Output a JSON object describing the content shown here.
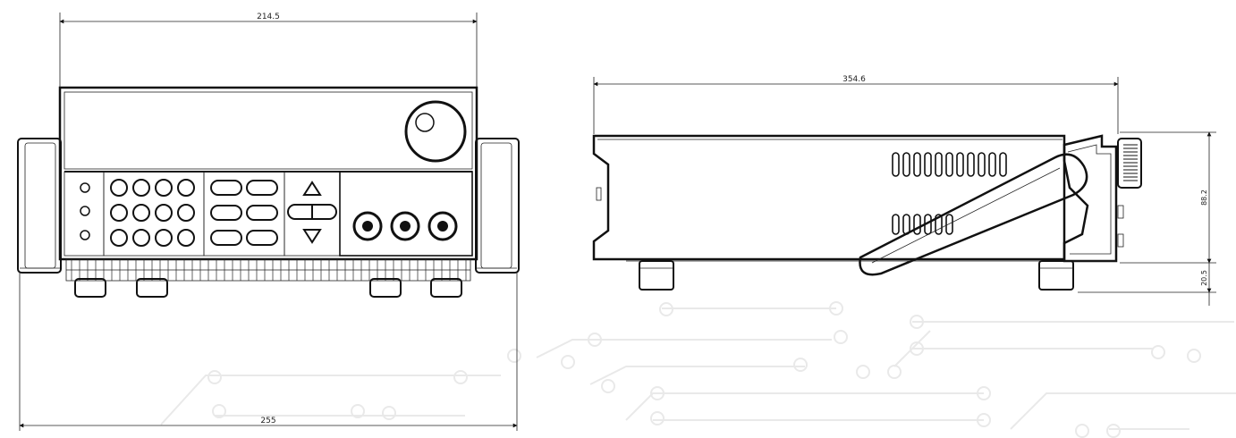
{
  "front_view": {
    "width_label": "214.5",
    "depth_label": "255"
  },
  "side_view": {
    "length_label": "354.6",
    "height_label": "88.2",
    "foot_label": "20.5"
  }
}
